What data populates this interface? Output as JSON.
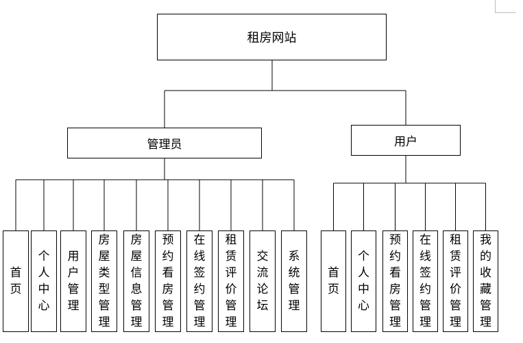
{
  "root": {
    "label": "租房网站"
  },
  "branches": [
    {
      "label": "管理员",
      "children": [
        "首页",
        "个人中心",
        "用户管理",
        "房屋类型管理",
        "房屋信息管理",
        "预约看房管理",
        "在线签约管理",
        "租赁评价管理",
        "交流论坛",
        "系统管理"
      ]
    },
    {
      "label": "用户",
      "children": [
        "首页",
        "个人中心",
        "预约看房管理",
        "在线签约管理",
        "租赁评价管理",
        "我的收藏管理"
      ]
    }
  ]
}
